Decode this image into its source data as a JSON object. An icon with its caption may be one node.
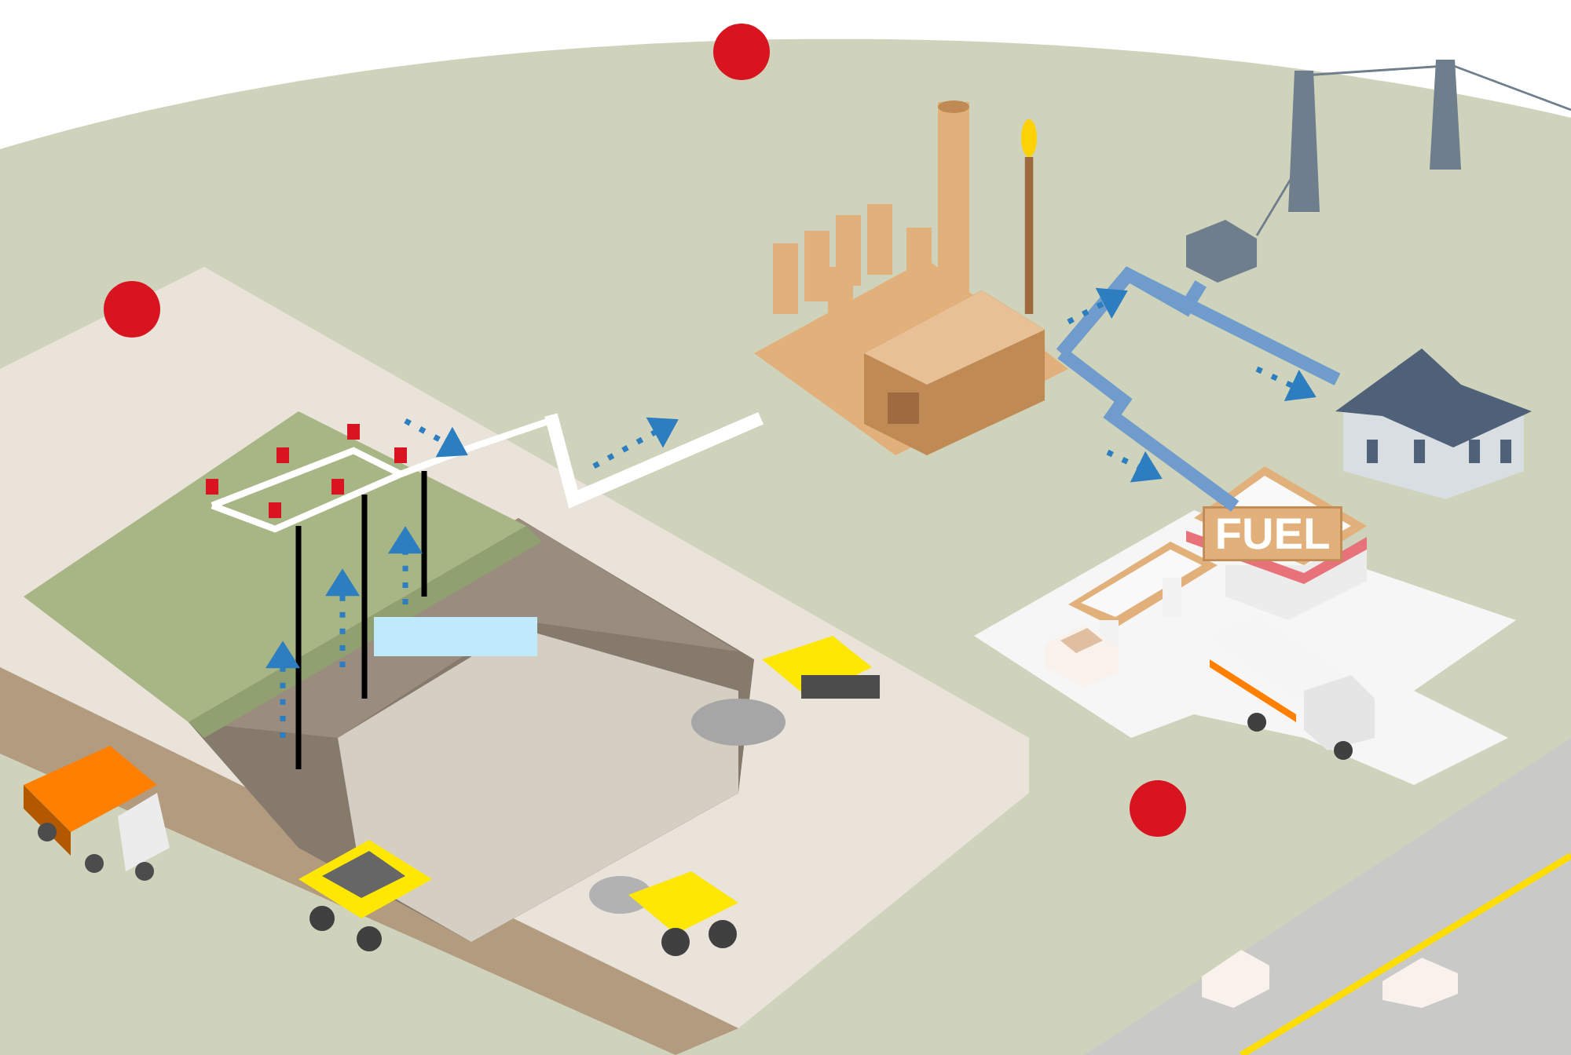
{
  "diagram": {
    "nodes": [
      {
        "text": [],
        "shape": "picture"
      },
      {
        "text": [],
        "shape": "picture"
      },
      {
        "text": [],
        "shape": "picture"
      },
      {
        "text": [],
        "shape": "picture"
      },
      {
        "text": [
          "FUEL"
        ]
      }
    ],
    "edges": [
      {
        "from": 0,
        "to": 1,
        "arrow": "none",
        "color": "#ffffff"
      },
      {
        "from": 1,
        "to": 2,
        "arrow": "none"
      },
      {
        "from": 1,
        "to": 3,
        "arrow": "none"
      },
      {
        "from": 1,
        "to": 4,
        "arrow": "none"
      }
    ]
  }
}
